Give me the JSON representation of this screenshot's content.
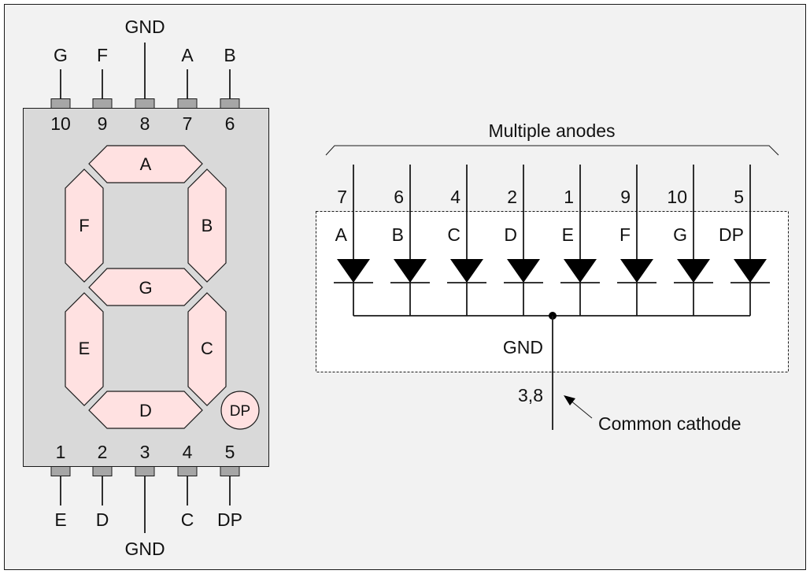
{
  "colors": {
    "background": "#f2f2f2",
    "package_body": "#d9d9d9",
    "pin_pad": "#a6a6a6",
    "segment_fill": "#ffe1e1",
    "line": "#1a1a1a",
    "schematic_box": "#ffffff"
  },
  "package": {
    "top_pins": [
      {
        "number": "10",
        "function": "G"
      },
      {
        "number": "9",
        "function": "F"
      },
      {
        "number": "8",
        "function": "GND"
      },
      {
        "number": "7",
        "function": "A"
      },
      {
        "number": "6",
        "function": "B"
      }
    ],
    "bottom_pins": [
      {
        "number": "1",
        "function": "E"
      },
      {
        "number": "2",
        "function": "D"
      },
      {
        "number": "3",
        "function": "GND"
      },
      {
        "number": "4",
        "function": "C"
      },
      {
        "number": "5",
        "function": "DP"
      }
    ],
    "segments": {
      "a": "A",
      "b": "B",
      "c": "C",
      "d": "D",
      "e": "E",
      "f": "F",
      "g": "G",
      "dp": "DP"
    }
  },
  "schematic": {
    "title": "Multiple anodes",
    "diodes": [
      {
        "pin": "7",
        "segment": "A"
      },
      {
        "pin": "6",
        "segment": "B"
      },
      {
        "pin": "4",
        "segment": "C"
      },
      {
        "pin": "2",
        "segment": "D"
      },
      {
        "pin": "1",
        "segment": "E"
      },
      {
        "pin": "9",
        "segment": "F"
      },
      {
        "pin": "10",
        "segment": "G"
      },
      {
        "pin": "5",
        "segment": "DP"
      }
    ],
    "gnd_label": "GND",
    "gnd_pins": "3,8",
    "annotation": "Common cathode"
  }
}
